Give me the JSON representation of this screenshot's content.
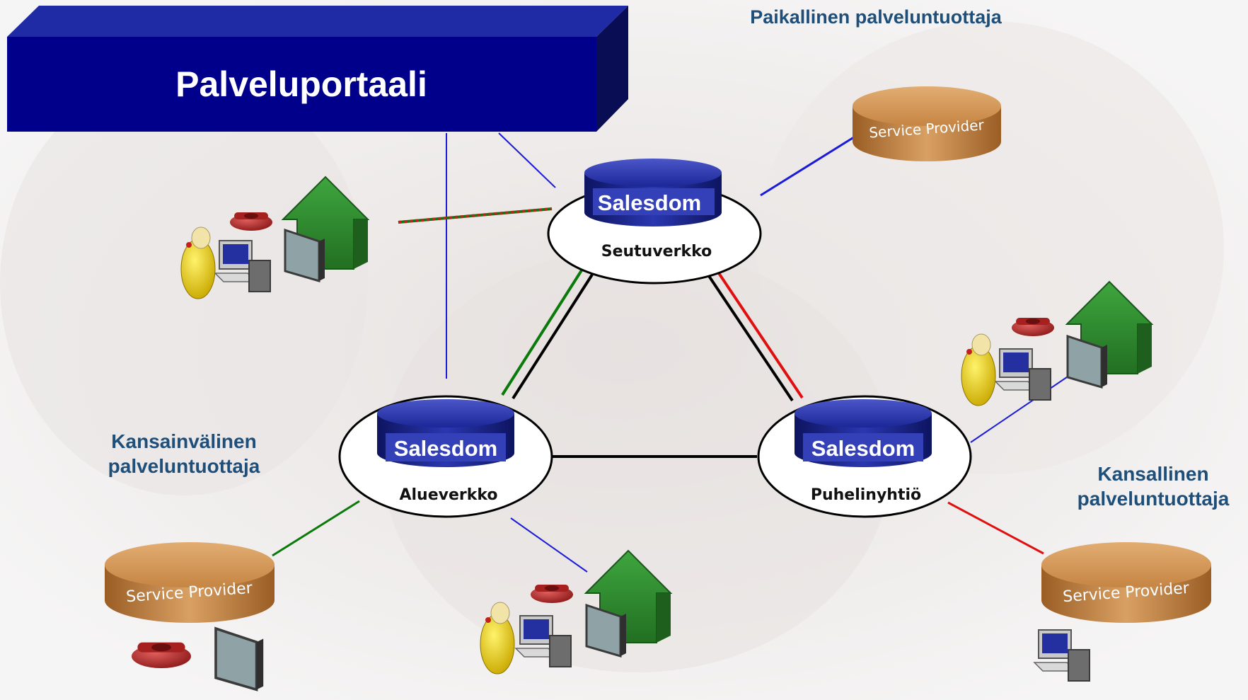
{
  "portal": {
    "title": "Palveluportaali",
    "color": "#00008b"
  },
  "labels": {
    "local_provider": "Paikallinen palveluntuottaja",
    "international_provider": "Kansainvälinen palveluntuottaja",
    "national_provider": "Kansallinen palveluntuottaja"
  },
  "nodes": {
    "top": {
      "db": "Salesdom",
      "name": "Seutuverkko"
    },
    "left": {
      "db": "Salesdom",
      "name": "Alueverkko"
    },
    "right": {
      "db": "Salesdom",
      "name": "Puhelinyhtiö"
    }
  },
  "providers": {
    "top_right": "Service Provider",
    "bottom_left": "Service Provider",
    "bottom_right": "Service Provider"
  },
  "colors": {
    "blue_link": "#1c1cd8",
    "green_link": "#0a7a0a",
    "red_link": "#e01010",
    "black_link": "#000000",
    "house": "#2e8b2e",
    "provider": "#c98a4b",
    "label_text": "#1d4f7a"
  },
  "icons": [
    "house-icon",
    "telephone-icon",
    "computer-icon",
    "monitor-icon",
    "person-icon",
    "database-icon"
  ]
}
